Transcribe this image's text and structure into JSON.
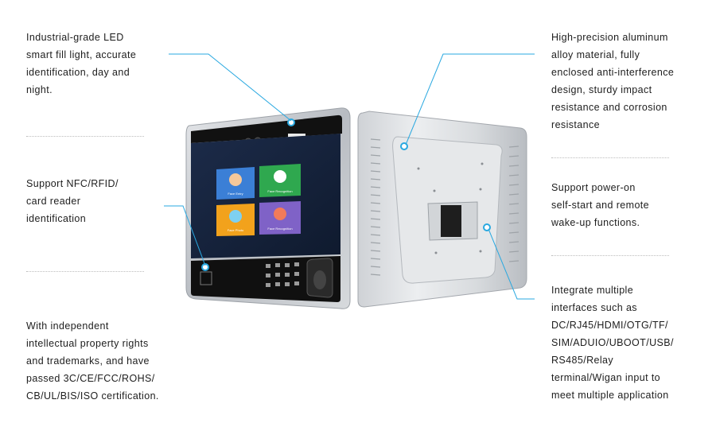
{
  "left": {
    "features": [
      "Industrial-grade LED\nsmart fill light, accurate\nidentification, day and\nnight.",
      "Support NFC/RFID/\ncard reader\nidentification",
      "With independent\nintellectual property rights\nand trademarks, and have\npassed 3C/CE/FCC/ROHS/\nCB/UL/BIS/ISO certification."
    ]
  },
  "right": {
    "features": [
      "High-precision aluminum\nalloy material, fully\nenclosed anti-interference\ndesign, sturdy impact\nresistance and corrosion\nresistance",
      "Support power-on\nself-start and remote\nwake-up functions.",
      "Integrate multiple\ninterfaces such as\nDC/RJ45/HDMI/OTG/TF/\nSIM/ADUIO/UBOOT/USB/\nRS485/Relay\nterminal/Wigan input to\nmeet multiple application"
    ]
  },
  "screen": {
    "tiles": [
      {
        "label": "Face Entry",
        "color": "#3b7fd6"
      },
      {
        "label": "Face Recognition",
        "color": "#2fa84f"
      },
      {
        "label": "Face Photo",
        "color": "#f2a21c"
      },
      {
        "label": "Face Recognition",
        "color": "#7f62c7"
      }
    ]
  },
  "colors": {
    "accent": "#29a8e0",
    "body": "#c9ccd0",
    "screen_bg": "#1a2740"
  }
}
